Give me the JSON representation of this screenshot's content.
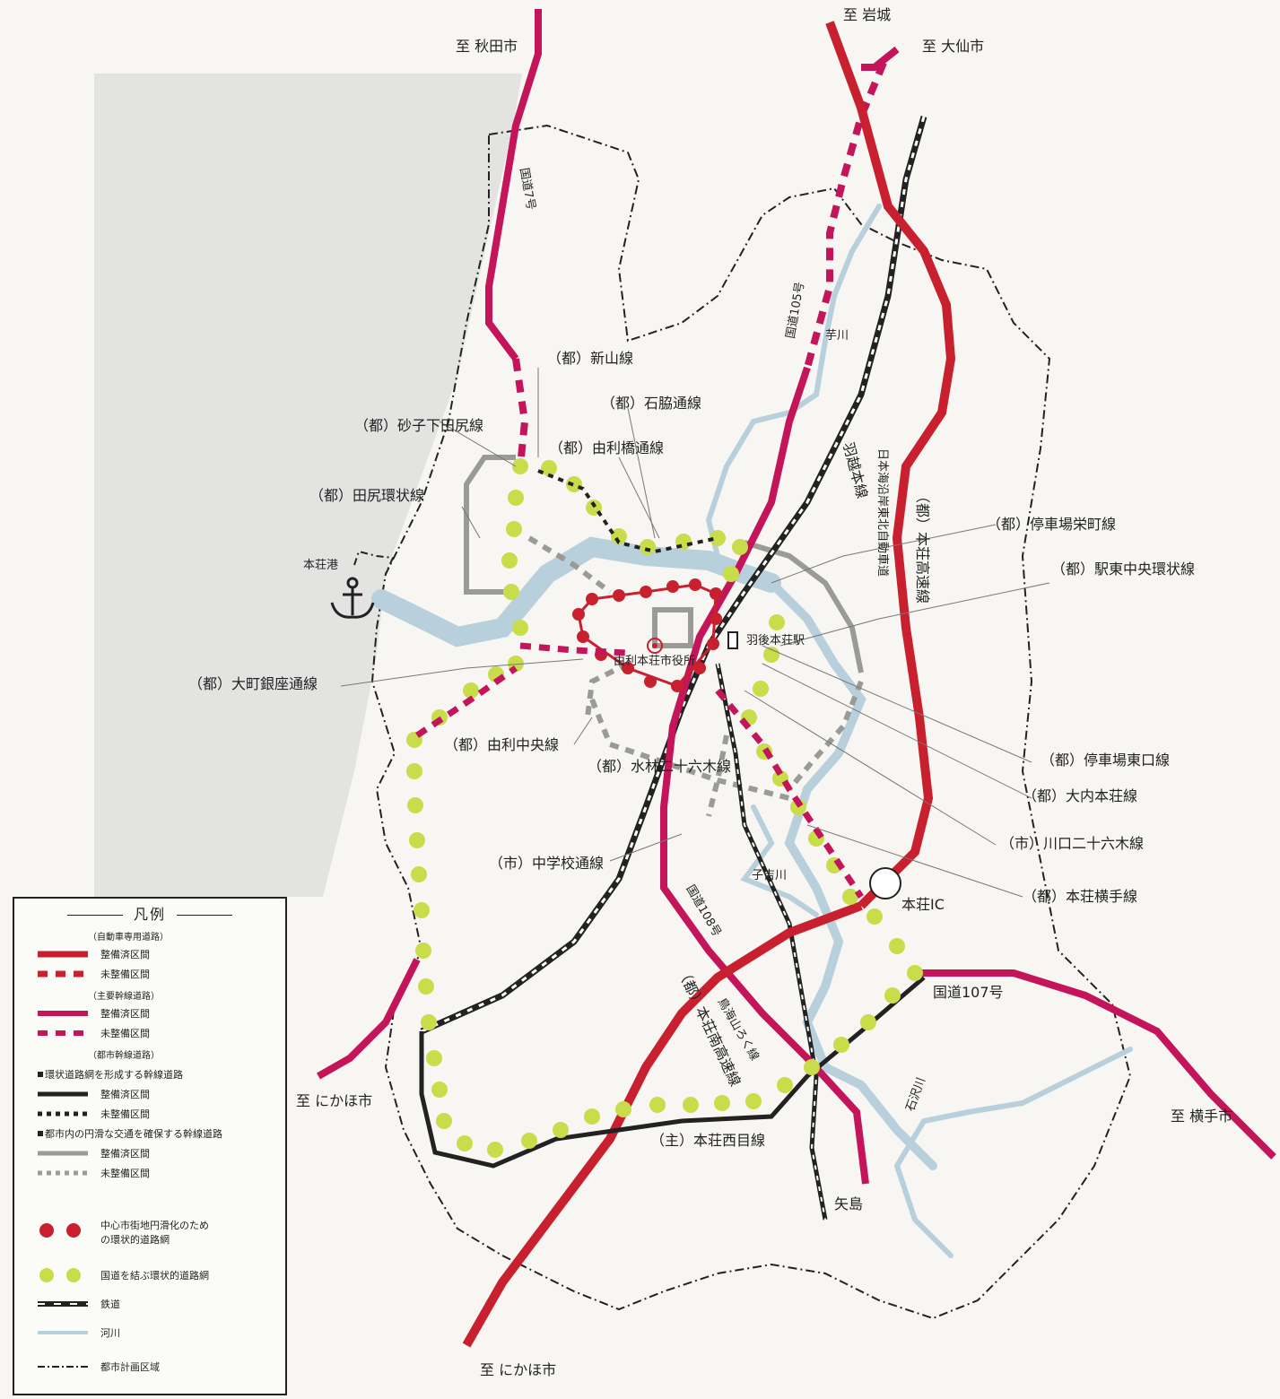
{
  "destinations": {
    "akita": "至 秋田市",
    "iwaki": "至 岩城",
    "daisen": "至 大仙市",
    "nikaho_west": "至 にかほ市",
    "nikaho_south": "至 にかほ市",
    "yokote": "至 横手市",
    "yajima": "矢島"
  },
  "routes": {
    "r7": "国道7号",
    "r105": "国道105号",
    "r108": "国道108号",
    "r107": "国道107号",
    "uetsu_line": "羽越本線",
    "nihonkai_expressway": "日本海沿岸東北自動車道",
    "honjo_express": "（都）本荘高速線",
    "honjo_minami_express": "（都）本荘南高速線",
    "chokai_line": "鳥海山ろく線"
  },
  "places": {
    "honjo_port": "本荘港",
    "city_hall": "由利本荘市役所",
    "station": "羽後本荘駅",
    "honjo_ic": "本荘IC",
    "imo_river": "芋川",
    "koyoshi_river": "子吉川",
    "ishizawa_river": "石沢川"
  },
  "roads": {
    "shinyama": "（都）新山線",
    "ishiwaki": "（都）石脇通線",
    "sunago": "（都）砂子下田尻線",
    "yurihashi": "（都）由利橋通線",
    "tajiri": "（都）田尻環状線",
    "teishajo_sakaemachi": "（都）停車場栄町線",
    "ekihigashi": "（都）駅東中央環状線",
    "omachi": "（都）大町銀座通線",
    "yuri_chuo": "（都）由利中央線",
    "mizubayashi": "（都）水林二十六木線",
    "teishajo_higashiguchi": "（都）停車場東口線",
    "ouchi": "（都）大内本荘線",
    "kawaguchi": "（市）川口二十六木線",
    "chugakko": "（市）中学校通線",
    "yokote_line": "（都）本荘横手線",
    "nishinome": "（主）本荘西目線"
  },
  "legend": {
    "title": "凡例",
    "expressway_cat": "（自動車専用道路）",
    "expressway_built": "整備済区間",
    "expressway_unbuilt": "未整備区間",
    "arterial_cat": "（主要幹線道路）",
    "arterial_built": "整備済区間",
    "arterial_unbuilt": "未整備区間",
    "city_arterial_cat": "（都市幹線道路）",
    "ring_forming": "環状道路網を形成する幹線道路",
    "ring_built": "整備済区間",
    "ring_unbuilt": "未整備区間",
    "smooth_traffic": "都市内の円滑な交通を確保する幹線道路",
    "smooth_built": "整備済区間",
    "smooth_unbuilt": "未整備区間",
    "center_ring_1": "中心市街地円滑化のため",
    "center_ring_2": "の環状的道路網",
    "national_ring": "国道を結ぶ環状的道路網",
    "railway": "鉄道",
    "river": "河川",
    "planning_area": "都市計画区域"
  },
  "colors": {
    "expressway": "#c8202e",
    "arterial": "#c4145a",
    "ring_built": "#222222",
    "smooth": "#9a9a96",
    "center_ring_dot": "#c8202e",
    "national_ring_dot": "#c9dc4a",
    "river": "#b8d0dc",
    "sea": "#e3e4e2"
  }
}
